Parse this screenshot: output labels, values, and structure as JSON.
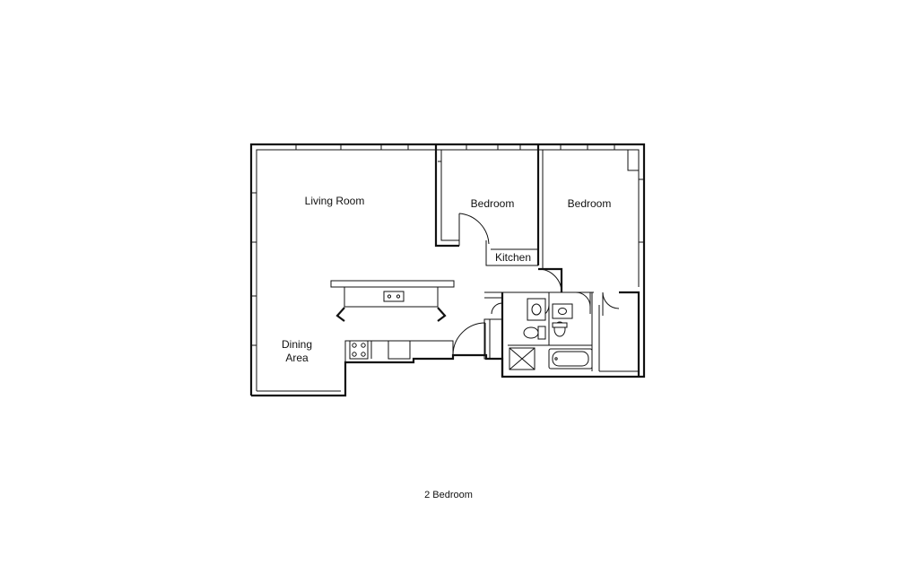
{
  "plan": {
    "caption": "2 Bedroom",
    "rooms": {
      "living_room": "Living Room",
      "bedroom_1": "Bedroom",
      "bedroom_2": "Bedroom",
      "kitchen": "Kitchen",
      "dining_line1": "Dining",
      "dining_line2": "Area"
    },
    "colors": {
      "line": "#111111",
      "background": "#ffffff"
    }
  }
}
